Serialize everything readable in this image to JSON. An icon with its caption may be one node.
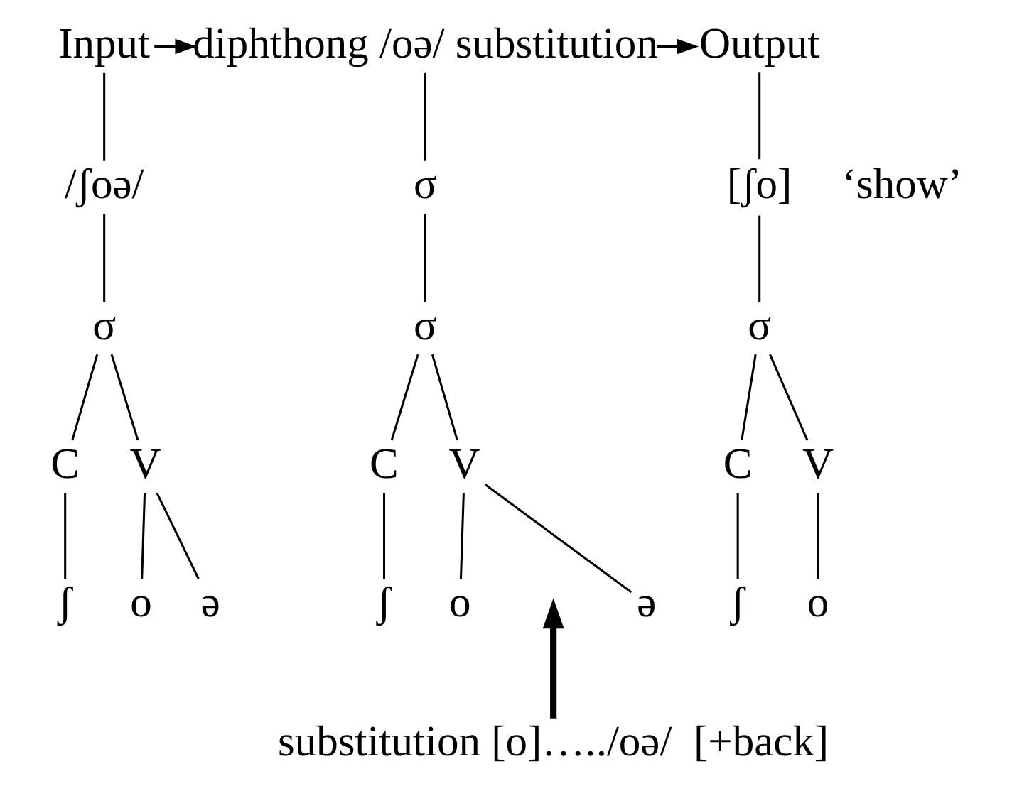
{
  "diagram": {
    "nodes": [
      {
        "text": [
          "Input"
        ]
      },
      {
        "text": [
          "diphthong /oə/ substitution"
        ]
      },
      {
        "text": [
          "Output"
        ]
      },
      {
        "text": [
          "/ʃoə/"
        ]
      },
      {
        "text": [
          "σ"
        ]
      },
      {
        "text": [
          "C"
        ]
      },
      {
        "text": [
          "V"
        ]
      },
      {
        "text": [
          "ʃ"
        ]
      },
      {
        "text": [
          "o"
        ]
      },
      {
        "text": [
          "ə"
        ]
      },
      {
        "text": [
          "σ"
        ]
      },
      {
        "text": [
          "σ"
        ]
      },
      {
        "text": [
          "C"
        ]
      },
      {
        "text": [
          "V"
        ]
      },
      {
        "text": [
          "ʃ"
        ]
      },
      {
        "text": [
          "o"
        ]
      },
      {
        "text": [
          "ə"
        ]
      },
      {
        "text": [
          "[ʃo]"
        ],
        "beside": [
          "‘show’"
        ]
      },
      {
        "text": [
          "σ"
        ]
      },
      {
        "text": [
          "C"
        ]
      },
      {
        "text": [
          "V"
        ]
      },
      {
        "text": [
          "ʃ"
        ]
      },
      {
        "text": [
          "o"
        ]
      },
      {
        "text": [
          "substitution [o]…../oə/  [+back]"
        ]
      }
    ],
    "edges": [
      {
        "from": 0,
        "to": 1,
        "arrow": "to"
      },
      {
        "from": 1,
        "to": 2,
        "arrow": "to"
      },
      {
        "from": 0,
        "to": 3,
        "arrow": "none"
      },
      {
        "from": 3,
        "to": 4,
        "arrow": "none"
      },
      {
        "from": 4,
        "to": 5,
        "arrow": "none"
      },
      {
        "from": 4,
        "to": 6,
        "arrow": "none"
      },
      {
        "from": 5,
        "to": 7,
        "arrow": "none"
      },
      {
        "from": 6,
        "to": 8,
        "arrow": "none"
      },
      {
        "from": 6,
        "to": 9,
        "arrow": "none"
      },
      {
        "from": 1,
        "to": 10,
        "arrow": "none"
      },
      {
        "from": 10,
        "to": 11,
        "arrow": "none"
      },
      {
        "from": 11,
        "to": 12,
        "arrow": "none"
      },
      {
        "from": 11,
        "to": 13,
        "arrow": "none"
      },
      {
        "from": 12,
        "to": 14,
        "arrow": "none"
      },
      {
        "from": 13,
        "to": 15,
        "arrow": "none"
      },
      {
        "from": 13,
        "to": 16,
        "arrow": "none"
      },
      {
        "from": 2,
        "to": 17,
        "arrow": "none"
      },
      {
        "from": 17,
        "to": 18,
        "arrow": "none"
      },
      {
        "from": 18,
        "to": 19,
        "arrow": "none"
      },
      {
        "from": 18,
        "to": 20,
        "arrow": "none"
      },
      {
        "from": 19,
        "to": 21,
        "arrow": "none"
      },
      {
        "from": 20,
        "to": 22,
        "arrow": "none"
      },
      {
        "from": 23,
        "to": null,
        "arrow": "to",
        "style": "thick"
      }
    ]
  }
}
